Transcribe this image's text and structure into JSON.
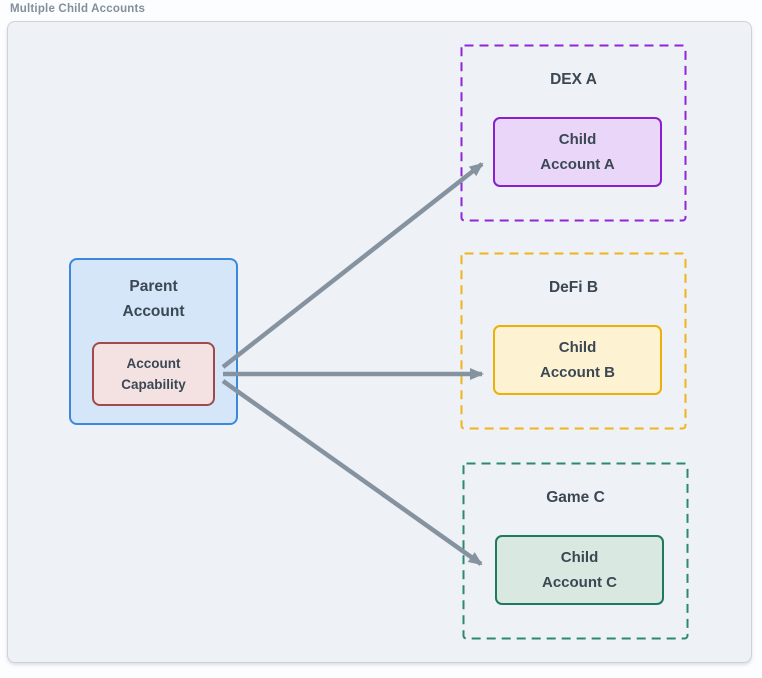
{
  "title": "Multiple Child Accounts",
  "canvas": {
    "background": "#eef1f5",
    "border": "#cad3db",
    "page_background": "#fcfdfe",
    "title_color": "#848f9b",
    "text_color": "#3b4854",
    "arrow_color": "#8593a1"
  },
  "parent": {
    "label_lines": [
      "Parent",
      "Account"
    ],
    "fill": "#d5e6f8",
    "border": "#3b89dd",
    "capability": {
      "label_lines": [
        "Account",
        "Capability"
      ],
      "fill": "#f4e2e2",
      "border": "#a04a4b"
    }
  },
  "children": [
    {
      "group_label": "DEX A",
      "lines": [
        "Child",
        "Account A"
      ],
      "dash_color": "#8f27d8",
      "box_border": "#8a1fd0",
      "box_fill": "#e9d6f8"
    },
    {
      "group_label": "DeFi B",
      "lines": [
        "Child",
        "Account B"
      ],
      "dash_color": "#f0b41c",
      "box_border": "#edb009",
      "box_fill": "#fdf3d3"
    },
    {
      "group_label": "Game C",
      "lines": [
        "Child",
        "Account C"
      ],
      "dash_color": "#2b8a6d",
      "box_border": "#1e7a5e",
      "box_fill": "#d9e8e0"
    }
  ],
  "arrows": [
    {
      "from": "Account Capability",
      "to": "Child Account A"
    },
    {
      "from": "Account Capability",
      "to": "Child Account B"
    },
    {
      "from": "Account Capability",
      "to": "Child Account C"
    }
  ]
}
